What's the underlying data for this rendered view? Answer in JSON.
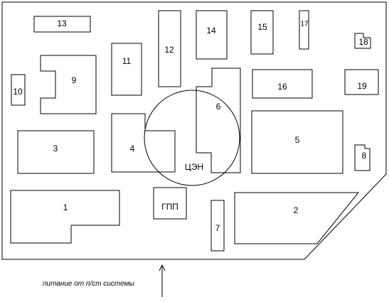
{
  "plan": {
    "buildings": [
      {
        "id": "b1",
        "label": "1"
      },
      {
        "id": "b2",
        "label": "2"
      },
      {
        "id": "b3",
        "label": "3"
      },
      {
        "id": "b4",
        "label": "4"
      },
      {
        "id": "b5",
        "label": "5"
      },
      {
        "id": "b6",
        "label": "6"
      },
      {
        "id": "b7",
        "label": "7"
      },
      {
        "id": "b8",
        "label": "8"
      },
      {
        "id": "b9",
        "label": "9"
      },
      {
        "id": "b10",
        "label": "10"
      },
      {
        "id": "b11",
        "label": "11"
      },
      {
        "id": "b12",
        "label": "12"
      },
      {
        "id": "b13",
        "label": "13"
      },
      {
        "id": "b14",
        "label": "14"
      },
      {
        "id": "b15",
        "label": "15"
      },
      {
        "id": "b16",
        "label": "16"
      },
      {
        "id": "b17",
        "label": "17"
      },
      {
        "id": "b18",
        "label": "18"
      },
      {
        "id": "b19",
        "label": "19"
      }
    ],
    "gpp_label": "ГПП",
    "center_label": "ЦЭН",
    "supply_caption": "питание от п/ст системы"
  }
}
